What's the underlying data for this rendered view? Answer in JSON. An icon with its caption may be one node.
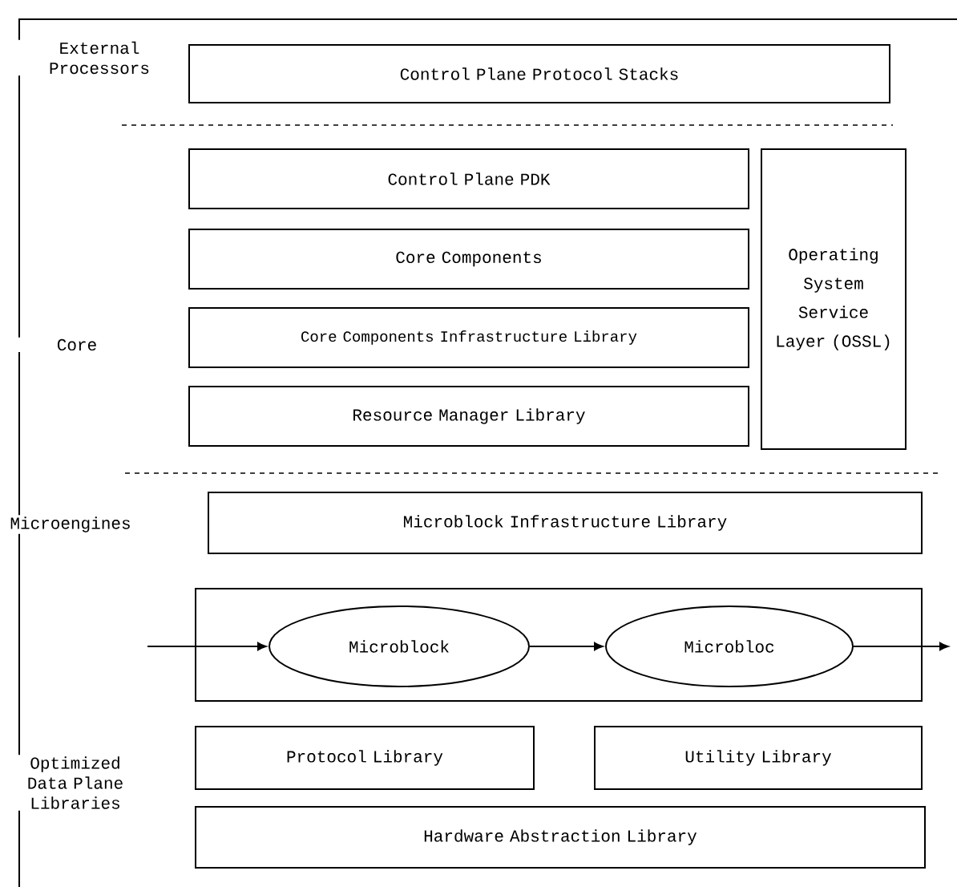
{
  "diagram": {
    "nodes": [
      {
        "text": [
          "Control Plane Protocol Stacks"
        ]
      },
      {
        "text": [
          "Control Plane PDK"
        ]
      },
      {
        "text": [
          "Core Components"
        ]
      },
      {
        "text": [
          "Core Components Infrastructure Library"
        ]
      },
      {
        "text": [
          "Resource Manager Library"
        ]
      },
      {
        "text": [
          "Operating System Service Layer (OSSL)"
        ]
      },
      {
        "text": [
          "Microblock Infrastructure Library"
        ]
      },
      {
        "text": [],
        "shape": "box"
      },
      {
        "text": [
          "Microblock"
        ],
        "in": 7
      },
      {
        "text": [
          "Microbloc"
        ],
        "in": 7
      },
      {
        "text": [
          "Protocol Library"
        ]
      },
      {
        "text": [
          "Utility Library"
        ]
      },
      {
        "text": [
          "Hardware Abstraction Library"
        ]
      }
    ],
    "edges": [
      {
        "from": null,
        "to": 8,
        "arrow": "to"
      },
      {
        "from": 8,
        "to": 9,
        "arrow": "to"
      },
      {
        "from": 9,
        "to": null,
        "arrow": "to"
      }
    ],
    "labels": [
      "External Processors",
      "Core",
      "Microengines",
      "Optimized Data Plane Libraries"
    ]
  }
}
